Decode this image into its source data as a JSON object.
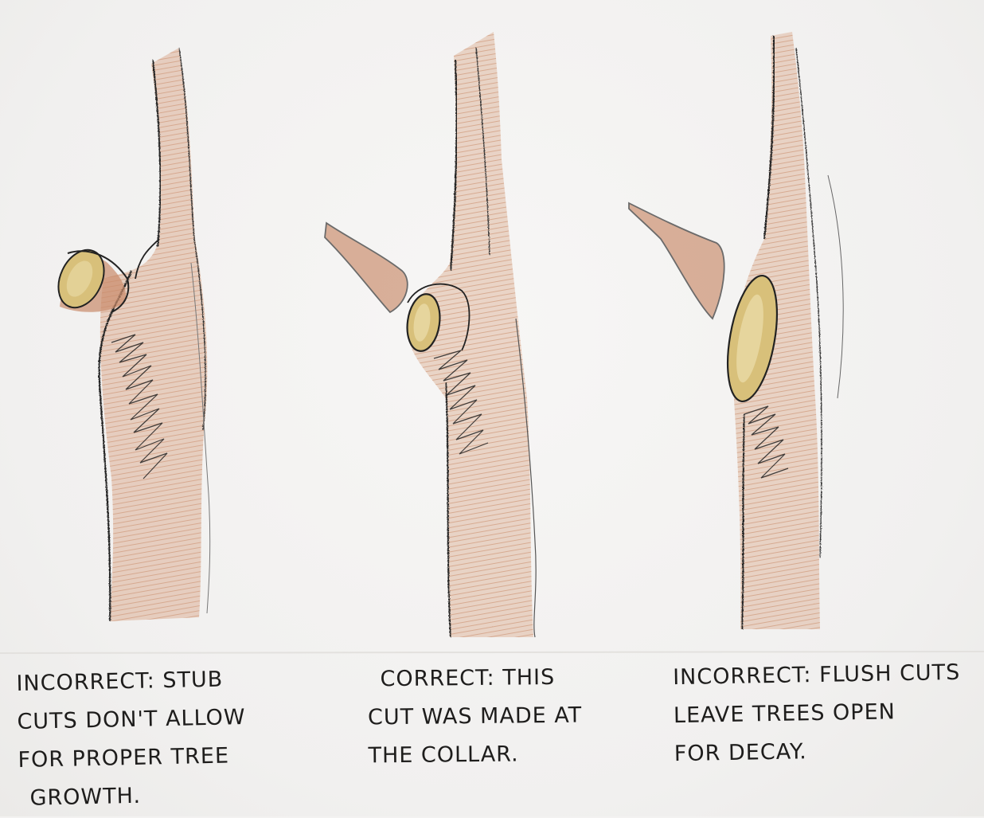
{
  "captions": [
    {
      "lines": [
        "INCORRECT: STUB",
        "CUTS DON'T ALLOW",
        "FOR PROPER TREE",
        "GROWTH."
      ]
    },
    {
      "lines": [
        "CORRECT: THIS",
        "CUT WAS MADE AT",
        "THE COLLAR."
      ]
    },
    {
      "lines": [
        "INCORRECT: FLUSH CUTS",
        "LEAVE TREES OPEN",
        "FOR DECAY."
      ]
    }
  ],
  "colors": {
    "paper": "#f3f2f1",
    "bark": "#c98a69",
    "bark_light": "#dfb49c",
    "wound": "#d8c07a",
    "ink": "#1e1d1c"
  }
}
